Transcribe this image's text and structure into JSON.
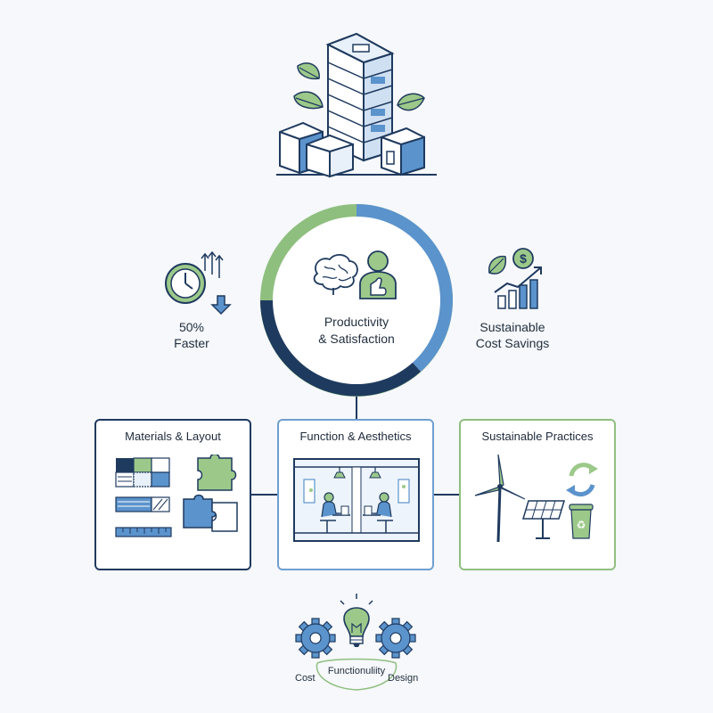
{
  "hub": {
    "line1": "Productivity",
    "line2": "& Satisfaction"
  },
  "left_stat": {
    "line1": "50%",
    "line2": "Faster"
  },
  "right_stat": {
    "line1": "Sustainable",
    "line2": "Cost Savings"
  },
  "cards": [
    {
      "title": "Materials & Layout"
    },
    {
      "title": "Function & Aesthetics"
    },
    {
      "title": "Sustainable Practices"
    }
  ],
  "bottom": {
    "cost": "Cost",
    "functionality": "Functionuliity",
    "design": "Design"
  },
  "colors": {
    "navy": "#1f3a5f",
    "blue": "#5b93cc",
    "green": "#8fbf7f",
    "leaf": "#9cc98a"
  },
  "icons": [
    "building-icon",
    "leaf-icon",
    "clock-icon",
    "brain-icon",
    "person-thumbs-up-icon",
    "dollar-coin-icon",
    "growth-chart-icon",
    "grid-swatch-icon",
    "puzzle-icon",
    "ruler-icon",
    "office-workers-icon",
    "wind-turbine-icon",
    "solar-panel-icon",
    "recycle-icon",
    "recycle-bin-icon",
    "gear-icon",
    "lightbulb-icon"
  ]
}
